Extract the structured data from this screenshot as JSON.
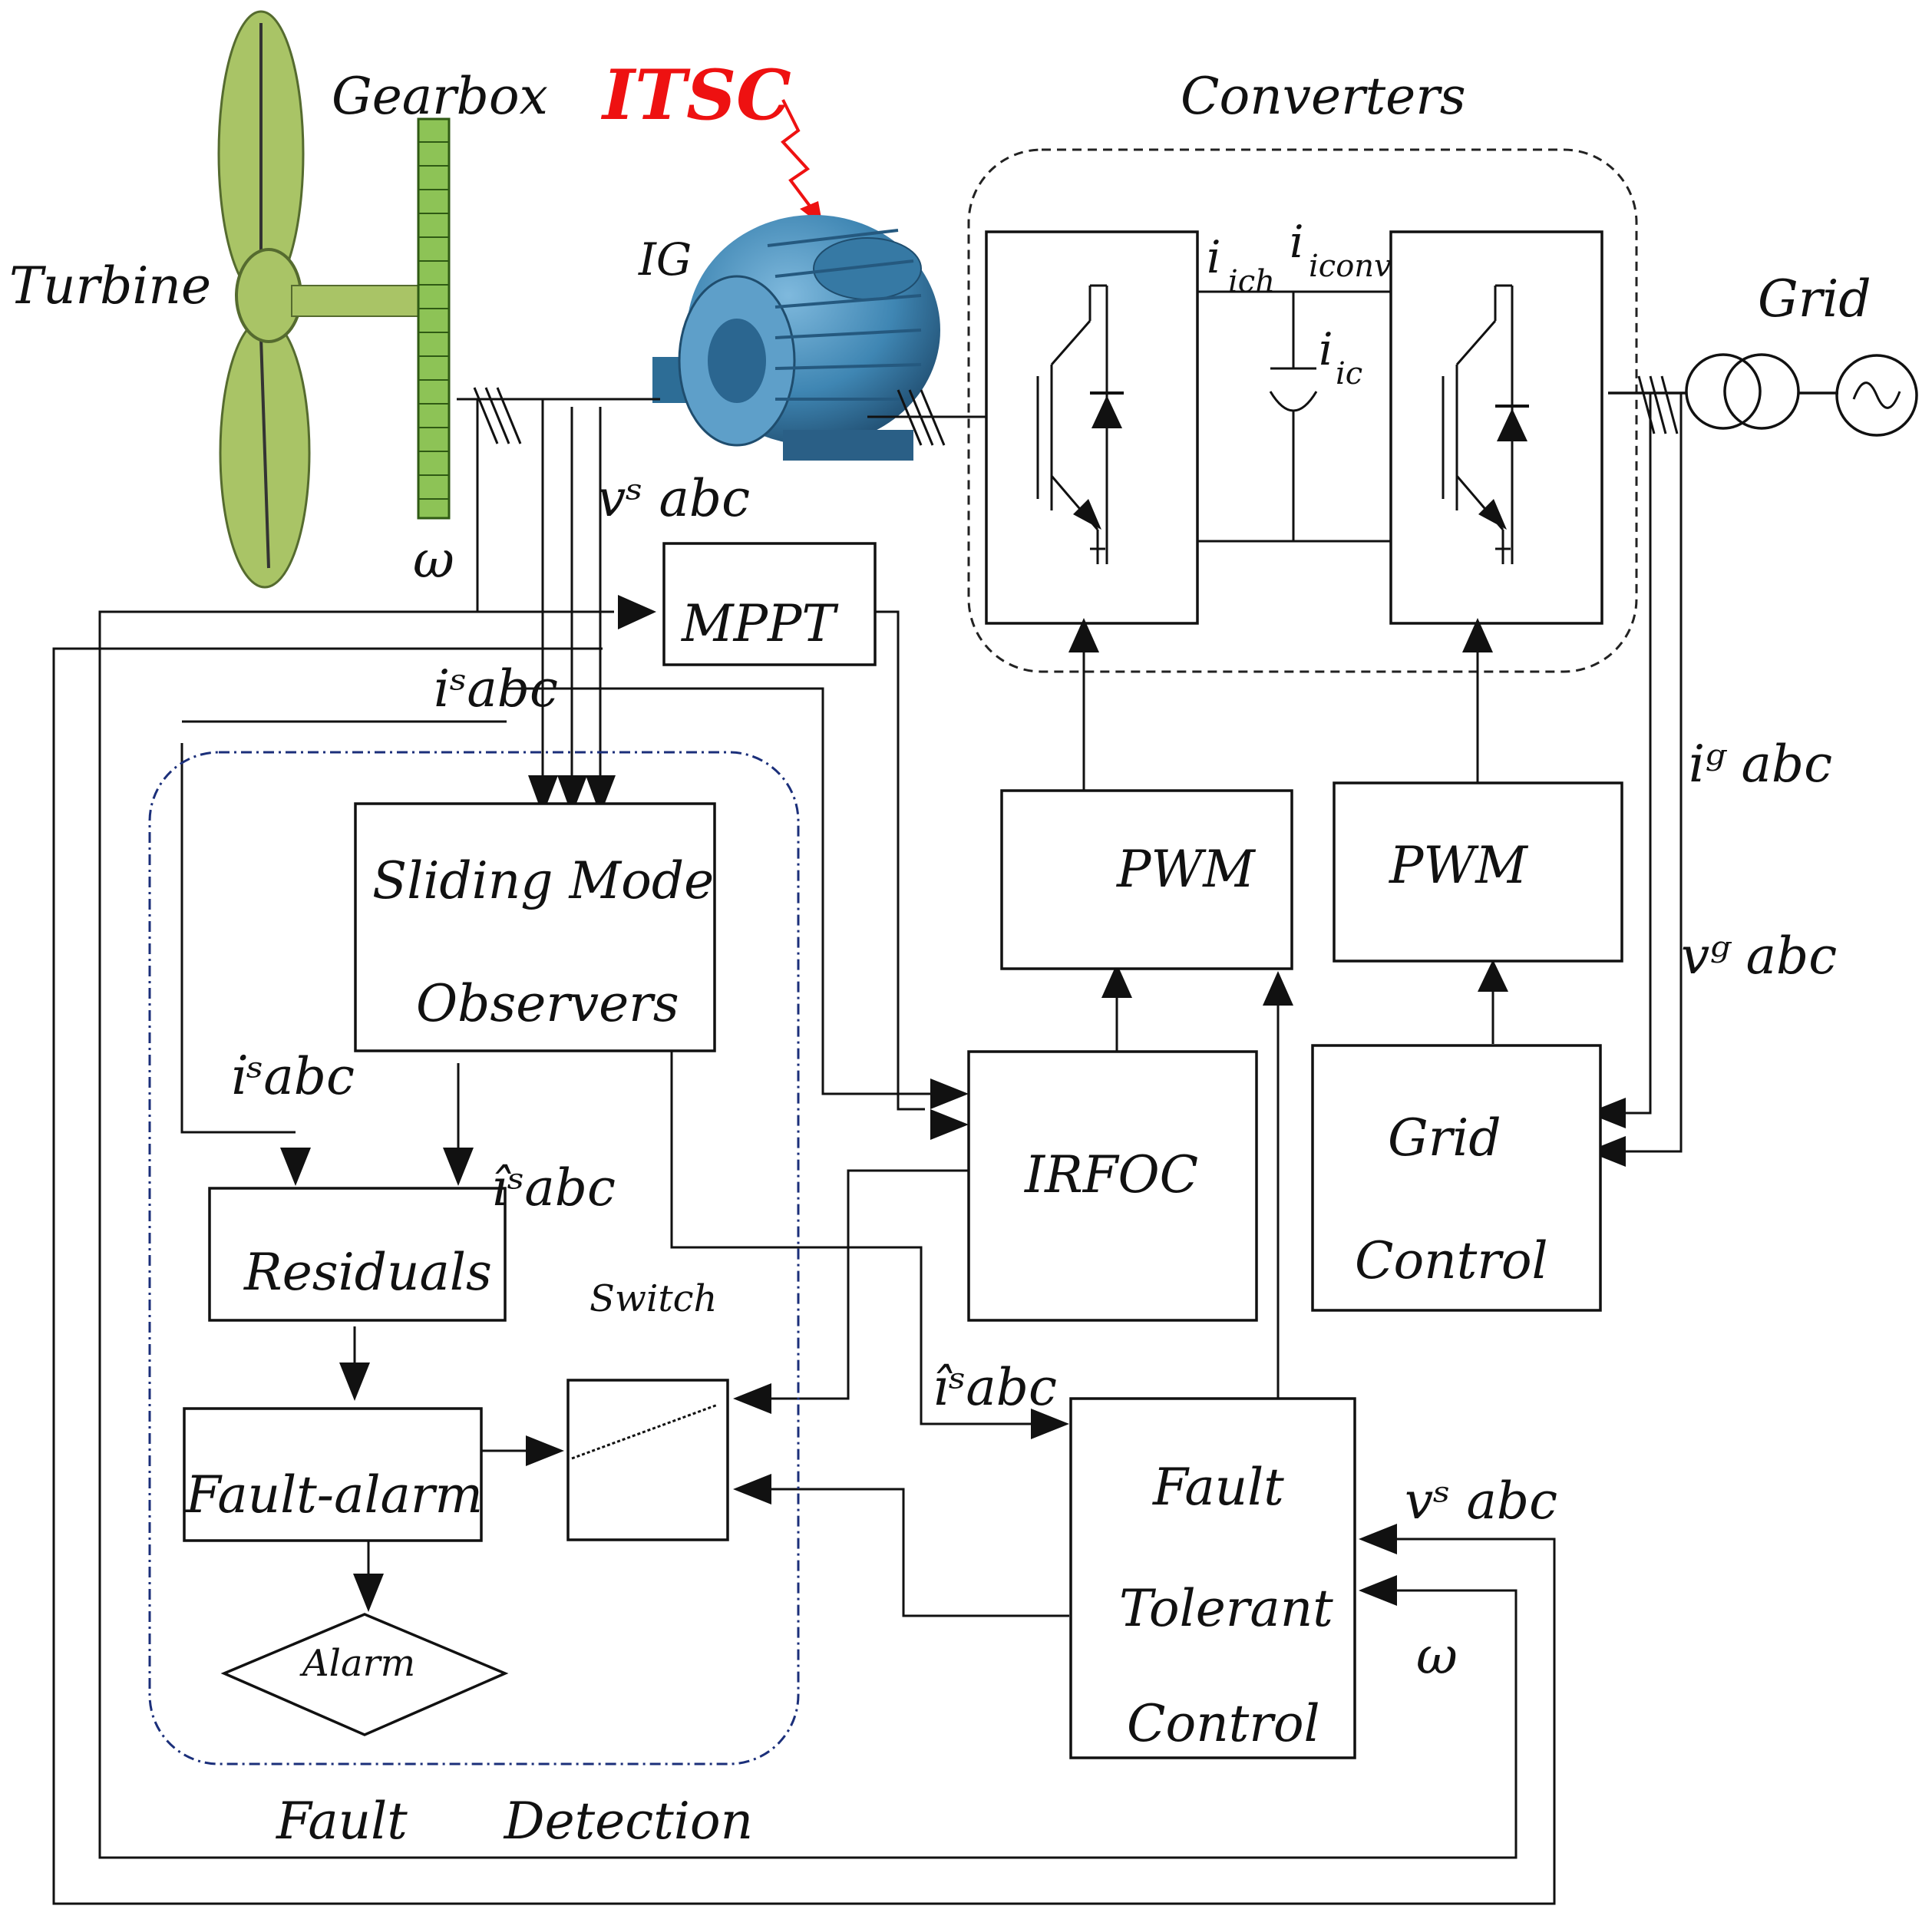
{
  "labels": {
    "turbine": "Turbine",
    "gearbox": "Gearbox",
    "fault_name": "ITSC",
    "generator": "IG",
    "converters": "Converters",
    "grid": "Grid",
    "omega": "ω",
    "vs_abc": "vˢ abc",
    "is_abc": "iˢabc",
    "is_hat_abc": "îˢabc",
    "is_dot_abc": "i̇ˢabc",
    "ig_abc": "iᵍ abc",
    "vg_abc": "vᵍ abc",
    "i_ch": "ich",
    "i_conv": "iconv",
    "i_c": "ic",
    "switch": "Switch",
    "fault_detection": "Fault      Detection"
  },
  "blocks": {
    "mppt": "MPPT",
    "pwm_left": "PWM",
    "pwm_right": "PWM",
    "irfoc": "IRFOC",
    "grid_control_1": "Grid",
    "grid_control_2": "Control",
    "smo_1": "Sliding Mode",
    "smo_2": "Observers",
    "residuals": "Residuals",
    "fault_alarm": "Fault-alarm",
    "alarm": "Alarm",
    "ftc_1": "Fault",
    "ftc_2": "Tolerant",
    "ftc_3": "Control"
  },
  "colors": {
    "blade": "#a9c466",
    "gearbox": "#8dc356",
    "motor": "#3f86b3",
    "fault": "#ee1111",
    "fd_border": "#1b2f7a"
  }
}
